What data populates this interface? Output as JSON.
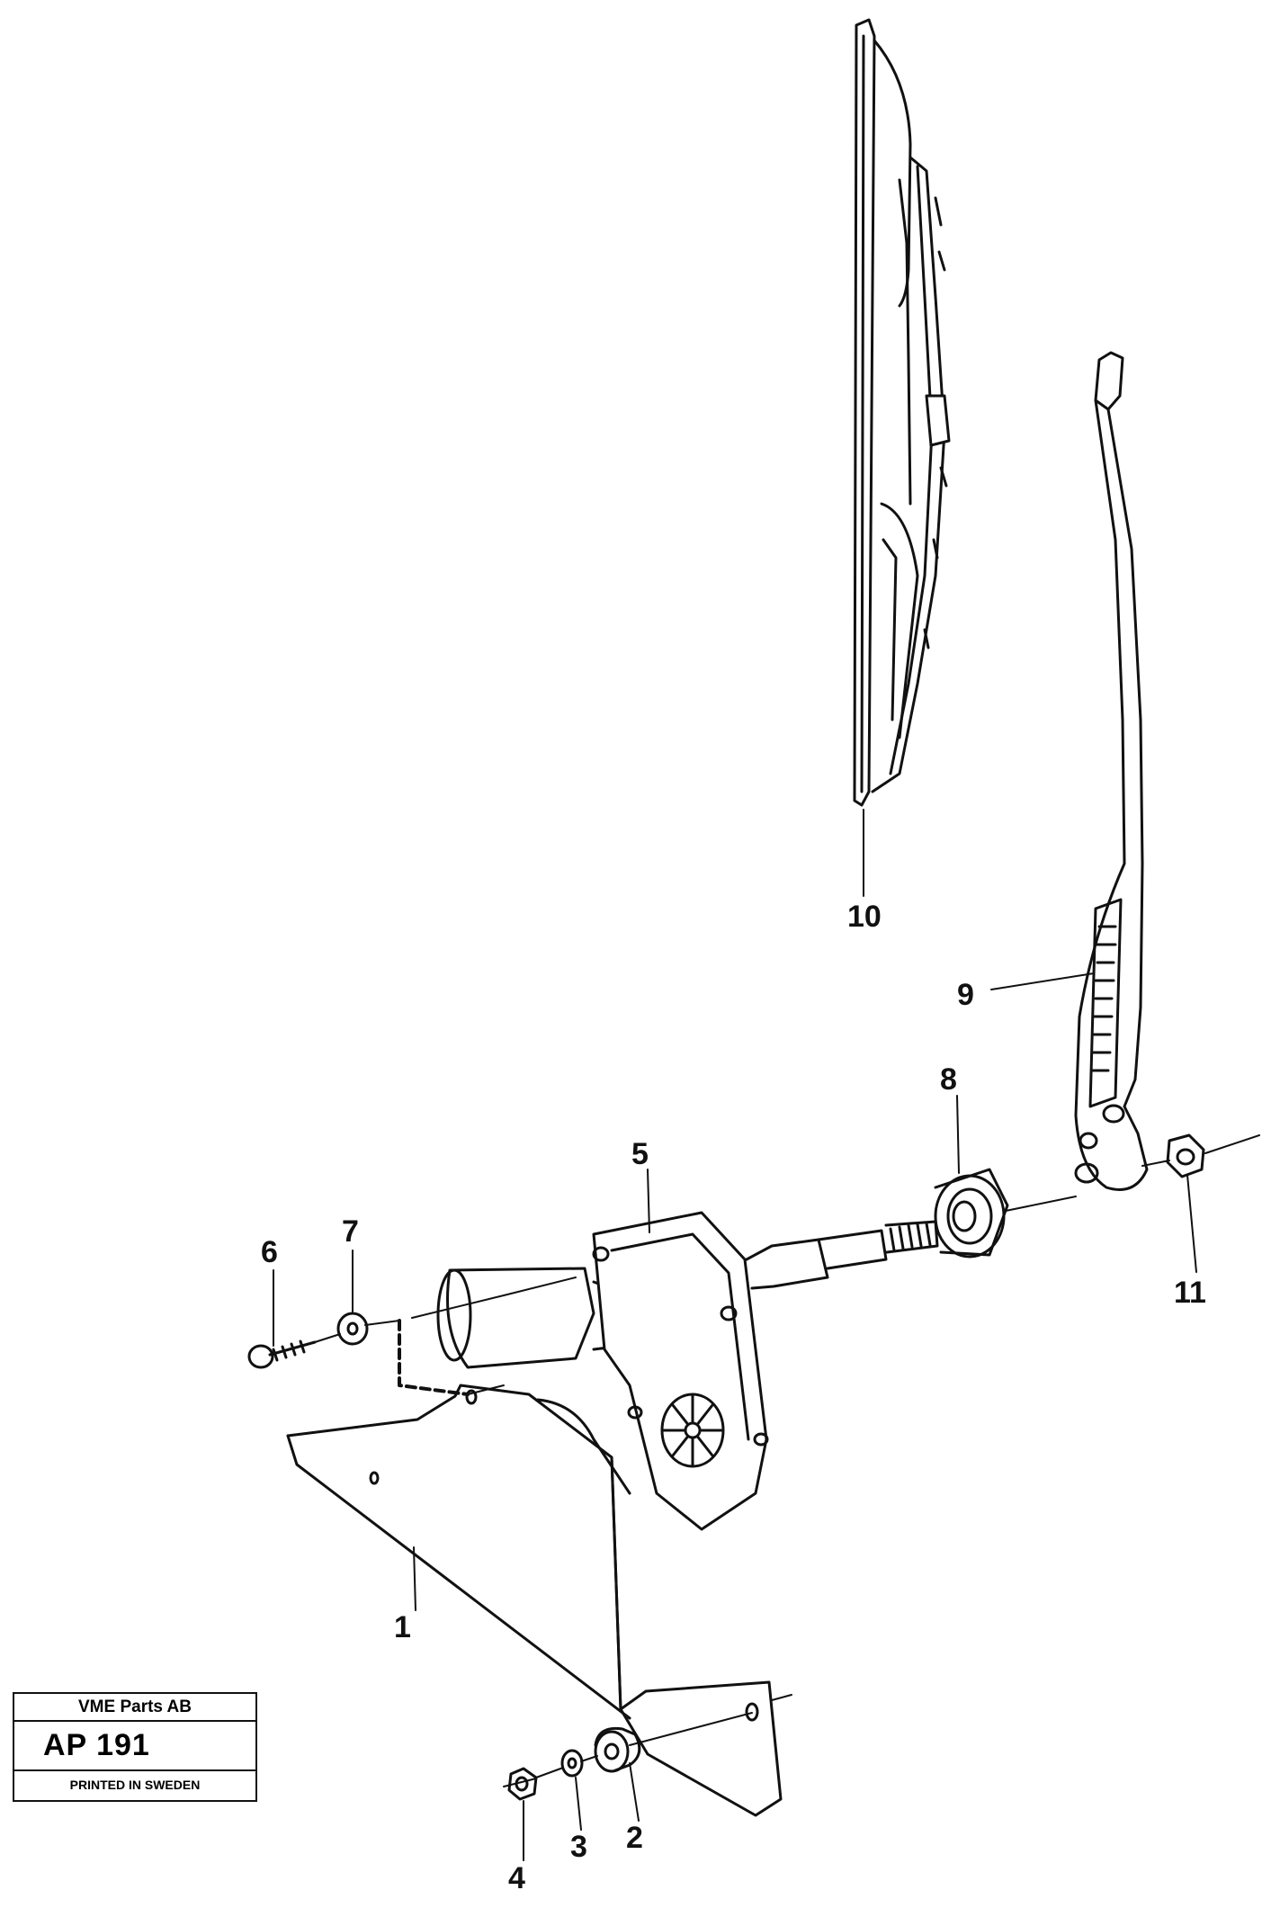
{
  "callouts": {
    "p1": "1",
    "p2": "2",
    "p3": "3",
    "p4": "4",
    "p5": "5",
    "p6": "6",
    "p7": "7",
    "p8": "8",
    "p9": "9",
    "p10": "10",
    "p11": "11"
  },
  "stamp": {
    "company": "VME Parts AB",
    "code": "AP  191",
    "printed": "PRINTED IN SWEDEN"
  },
  "colors": {
    "line": "#111111",
    "paper": "#ffffff"
  }
}
